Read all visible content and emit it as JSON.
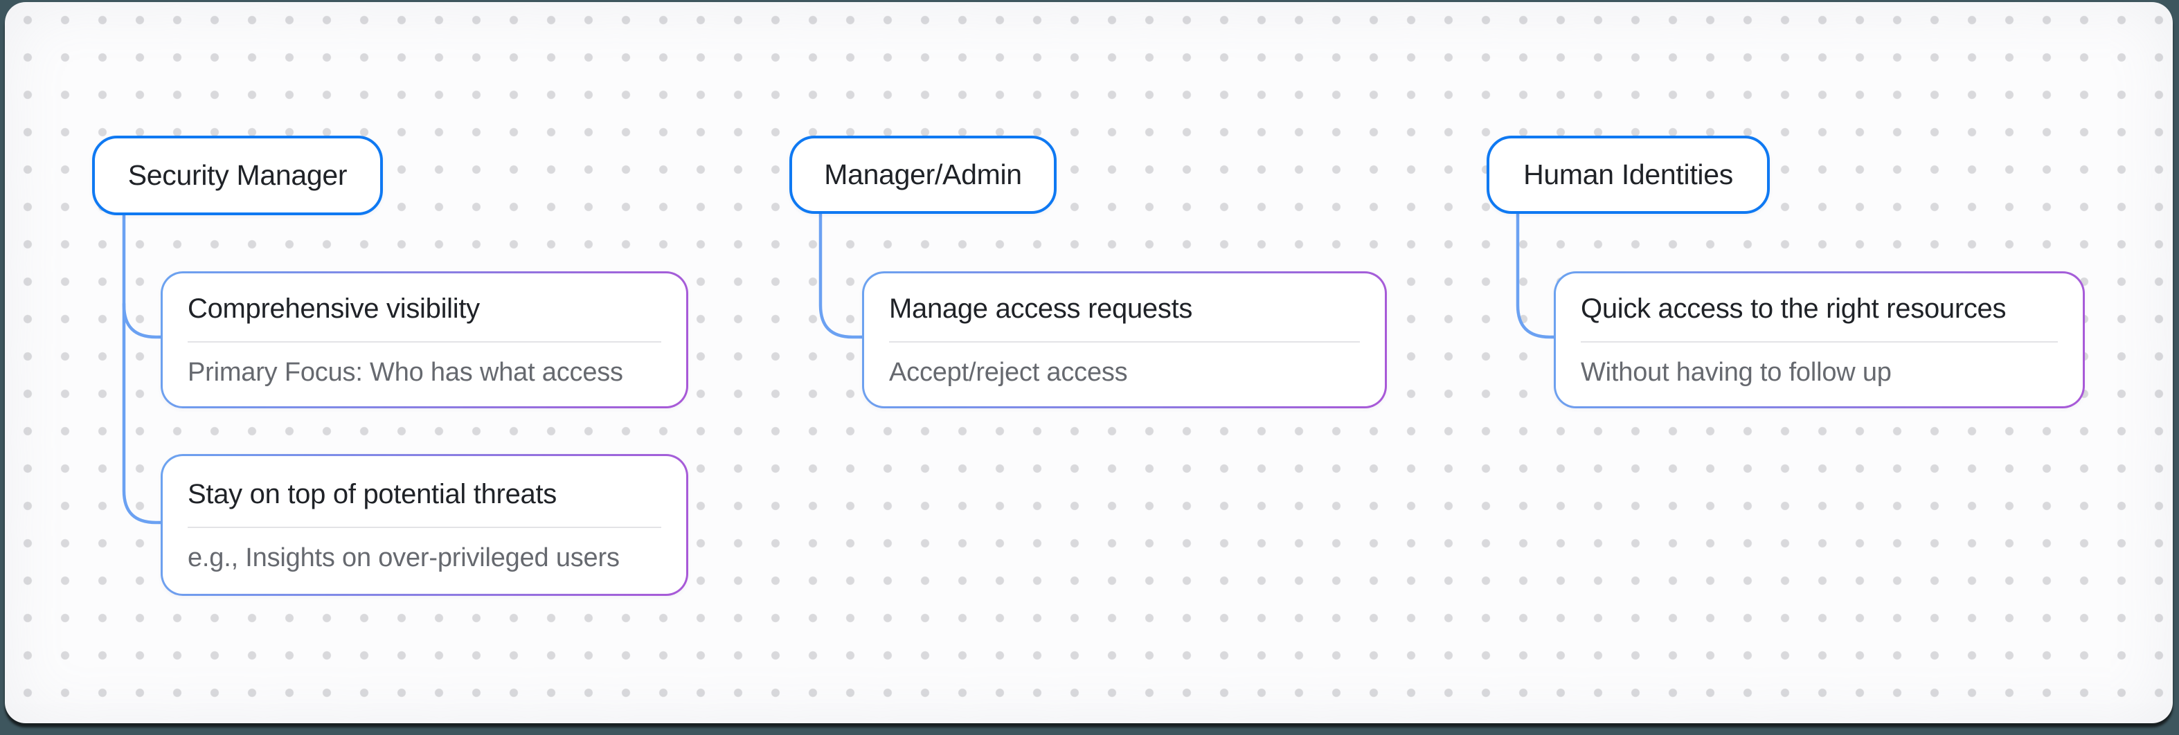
{
  "app": {
    "kind": "mindmap-canvas",
    "background": "dot-grid"
  },
  "colors": {
    "frame": "#3e565e",
    "canvas_bg": "#fcfcfd",
    "dot": "#d9d9dc",
    "root_node_border": "#0f79f2",
    "connector": "#6ba1f2",
    "card_border_gradient_start": "#6ba3f0",
    "card_border_gradient_end": "#a958d7",
    "title_text": "#1f2227",
    "subtitle_text": "#66696f"
  },
  "columns": [
    {
      "root": {
        "label": "Security Manager"
      },
      "children": [
        {
          "title": "Comprehensive visibility",
          "subtitle": "Primary Focus: Who has what access"
        },
        {
          "title": "Stay on top of potential threats",
          "subtitle": "e.g., Insights on over-privileged users"
        }
      ]
    },
    {
      "root": {
        "label": "Manager/Admin"
      },
      "children": [
        {
          "title": "Manage access requests",
          "subtitle": "Accept/reject access"
        }
      ]
    },
    {
      "root": {
        "label": "Human Identities"
      },
      "children": [
        {
          "title": "Quick access to the right resources",
          "subtitle": "Without having to follow up"
        }
      ]
    }
  ]
}
